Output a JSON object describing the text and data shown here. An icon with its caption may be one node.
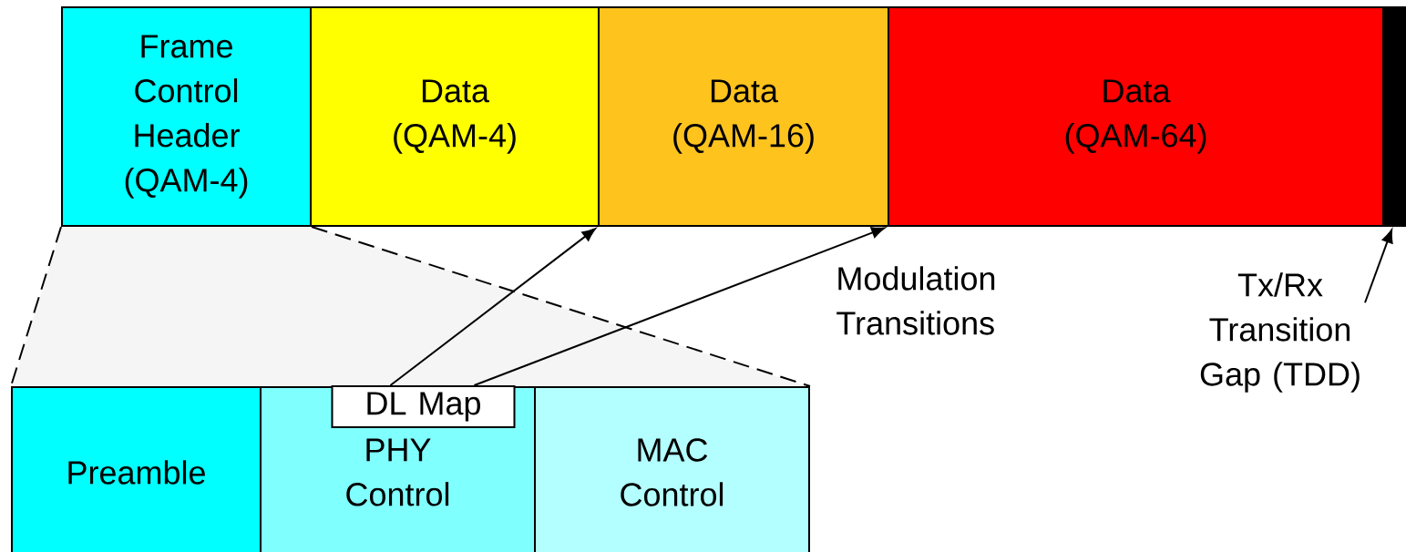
{
  "diagram": {
    "nodes": [
      {
        "text": [
          "Frame Control Header (QAM-4)"
        ]
      },
      {
        "text": [
          "Data (QAM-4)"
        ]
      },
      {
        "text": [
          "Data (QAM-16)"
        ]
      },
      {
        "text": [
          "Data (QAM-64)"
        ]
      },
      {
        "text": [],
        "shape": "bar"
      },
      {
        "text": [
          "Preamble"
        ]
      },
      {
        "text": [
          "PHY Control"
        ]
      },
      {
        "text": [
          "DL Map"
        ],
        "in": 6
      },
      {
        "text": [
          "MAC Control"
        ]
      },
      {
        "text": [
          "Tx/Rx Transition Gap (TDD)"
        ]
      }
    ],
    "edges": [
      {
        "from": 7,
        "to": 2,
        "arrow": "to"
      },
      {
        "from": 7,
        "to": 3,
        "arrow": "to"
      },
      {
        "from": 9,
        "to": 4,
        "arrow": "to"
      },
      {
        "from": 0,
        "to": 5,
        "arrow": "none",
        "style": "dashed"
      },
      {
        "from": 0,
        "to": 8,
        "arrow": "none",
        "style": "dashed"
      }
    ],
    "labels": [
      "Modulation Transitions"
    ]
  }
}
